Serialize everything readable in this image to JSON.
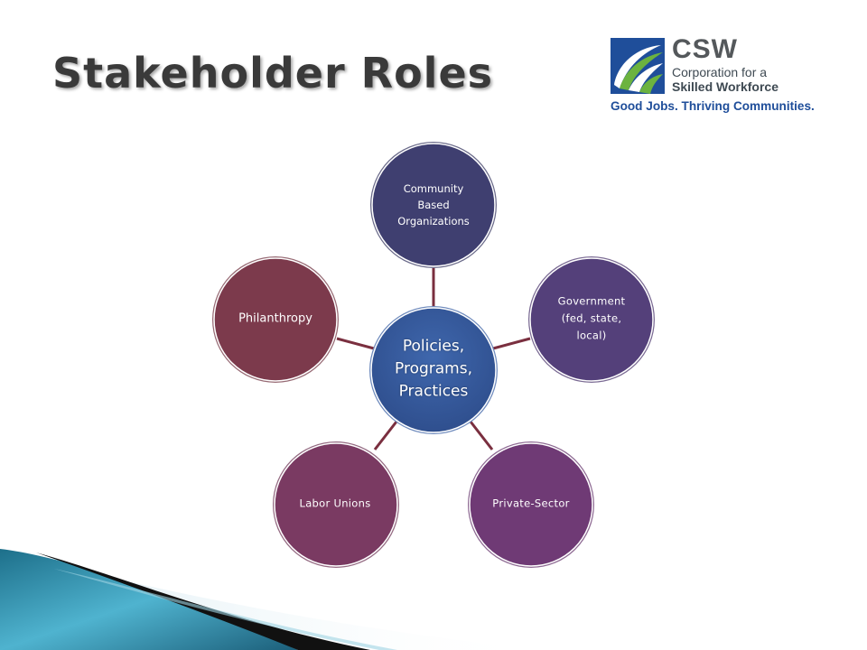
{
  "slide": {
    "title": "Stakeholder Roles"
  },
  "logo": {
    "acronym": "CSW",
    "line1": "Corporation for a",
    "line2": "Skilled Workforce",
    "tagline": "Good Jobs. Thriving Communities.",
    "icon": "csw-swoosh-icon",
    "colors": {
      "blue": "#1f4e9a",
      "green": "#6cb33f",
      "gray": "#54585b"
    }
  },
  "diagram": {
    "center": {
      "lines": [
        "Policies,",
        "Programs,",
        "Practices"
      ],
      "color": "#35589a"
    },
    "nodes": [
      {
        "id": "community",
        "lines": [
          "Community",
          "Based",
          "Organizations"
        ],
        "color": "#3f3f70"
      },
      {
        "id": "government",
        "lines": [
          "Government",
          "(fed, state,",
          "local)"
        ],
        "color": "#54407a"
      },
      {
        "id": "private",
        "lines": [
          "Private-Sector"
        ],
        "color": "#6f3a75"
      },
      {
        "id": "labor",
        "lines": [
          "Labor Unions"
        ],
        "color": "#7a3a62"
      },
      {
        "id": "philanthropy",
        "lines": [
          "Philanthropy"
        ],
        "color": "#7c3a4c"
      }
    ],
    "connector_color": "#7a2f3f"
  }
}
